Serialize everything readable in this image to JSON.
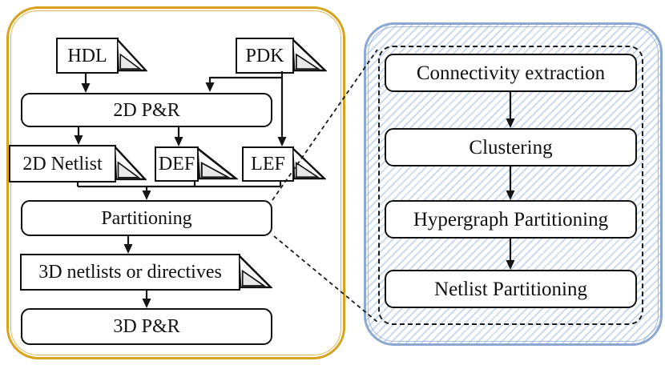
{
  "figure": {
    "left_panel": {
      "docs": [
        {
          "label": "HDL"
        },
        {
          "label": "PDK"
        },
        {
          "label": "2D Netlist"
        },
        {
          "label": "DEF"
        },
        {
          "label": "LEF"
        },
        {
          "label": "3D netlists or directives"
        }
      ],
      "steps": [
        {
          "label": "2D P&R"
        },
        {
          "label": "Partitioning"
        },
        {
          "label": "3D P&R"
        }
      ]
    },
    "right_panel": {
      "steps": [
        {
          "label": "Connectivity extraction"
        },
        {
          "label": "Clustering"
        },
        {
          "label": "Hypergraph Partitioning"
        },
        {
          "label": "Netlist Partitioning"
        }
      ]
    },
    "colors": {
      "left_panel_border": "#d7a21c",
      "left_panel_hatch": "#f6c89b",
      "right_panel_border": "#8ca7d0",
      "right_panel_hatch": "#c5d7ee",
      "box_stroke": "#111111",
      "document_fold_fill": "#e9e9e9",
      "connector": "#151515"
    }
  }
}
